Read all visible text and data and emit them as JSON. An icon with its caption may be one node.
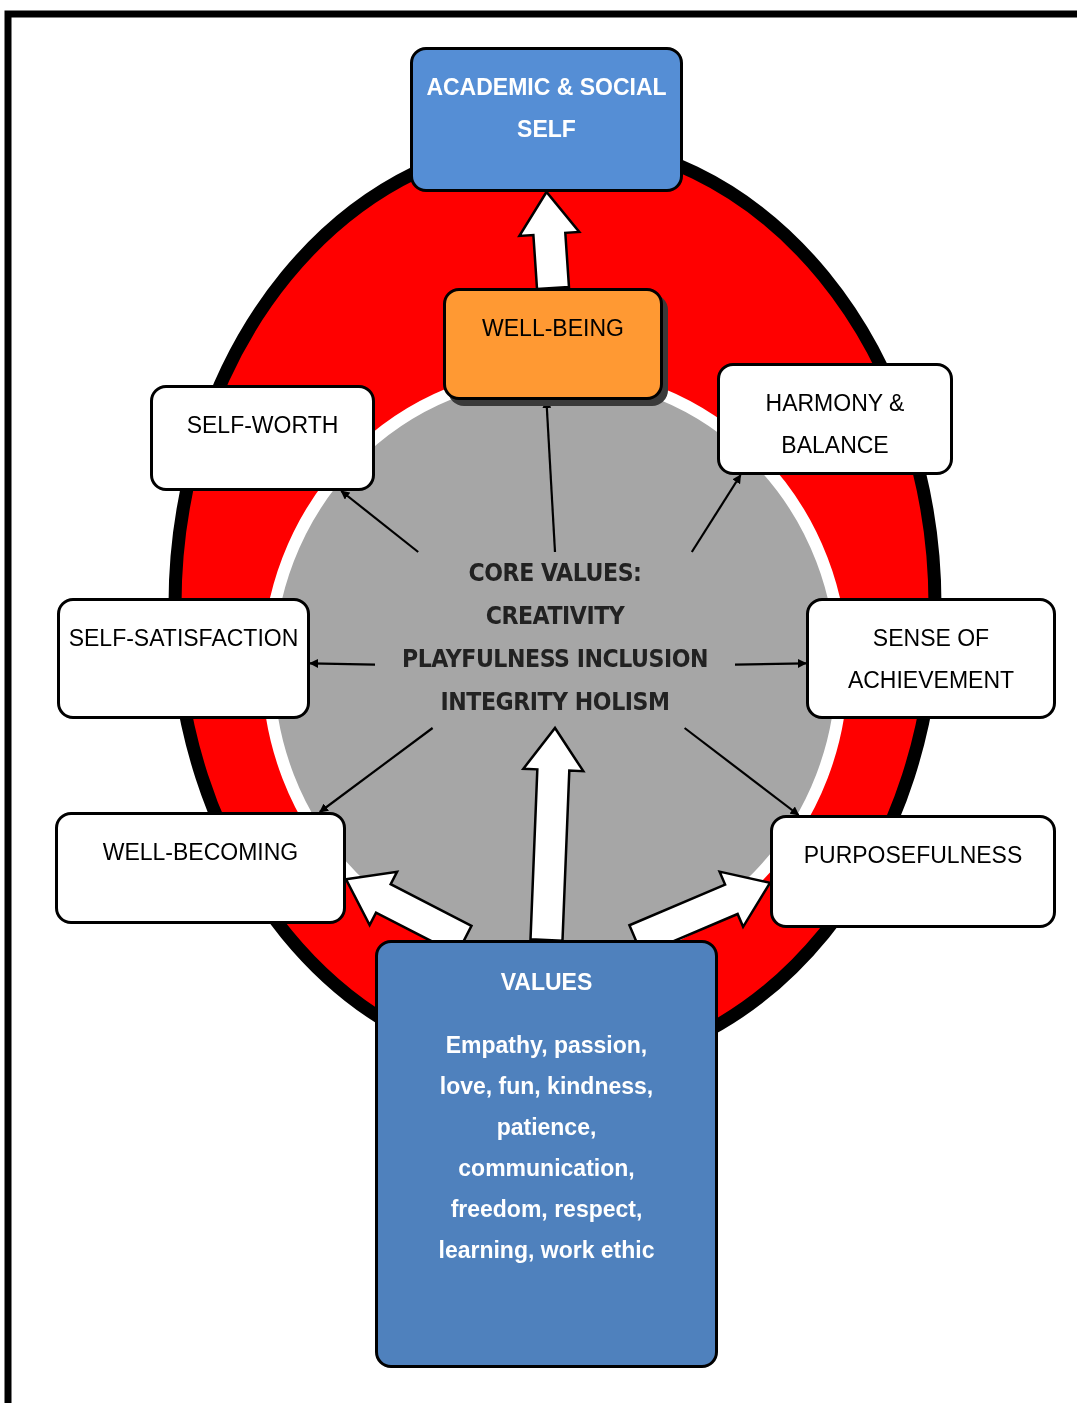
{
  "diagram": {
    "nodes": [
      {
        "text": [
          "ACADEMIC & SOCIAL SELF"
        ]
      },
      {
        "text": [
          "WELL-BEING"
        ]
      },
      {
        "text": [
          "SELF-WORTH"
        ]
      },
      {
        "text": [
          "HARMONY & BALANCE"
        ]
      },
      {
        "text": [
          "CORE VALUES:",
          "CREATIVITY",
          "PLAYFULNESS INCLUSION",
          "INTEGRITY HOLISM"
        ]
      },
      {
        "text": [
          "SELF-SATISFACTION"
        ]
      },
      {
        "text": [
          "SENSE OF ACHIEVEMENT"
        ]
      },
      {
        "text": [
          "WELL-BECOMING"
        ]
      },
      {
        "text": [
          "PURPOSEFULNESS"
        ]
      },
      {
        "text": [
          "VALUES",
          "Empathy, passion, love, fun, kindness, patience, communication, freedom, respect, learning, work ethic"
        ]
      }
    ],
    "edges": [
      {
        "from": 1,
        "to": 0,
        "arrow": "to",
        "style": "thick"
      },
      {
        "from": 4,
        "to": 2,
        "arrow": "to"
      },
      {
        "from": 4,
        "to": 1,
        "arrow": "to"
      },
      {
        "from": 4,
        "to": 3,
        "arrow": "to"
      },
      {
        "from": 4,
        "to": 5,
        "arrow": "to"
      },
      {
        "from": 4,
        "to": 6,
        "arrow": "to"
      },
      {
        "from": 4,
        "to": 7,
        "arrow": "to"
      },
      {
        "from": 4,
        "to": 8,
        "arrow": "to"
      },
      {
        "from": 9,
        "to": 7,
        "arrow": "to",
        "style": "thick"
      },
      {
        "from": 9,
        "to": 4,
        "arrow": "to",
        "style": "thick"
      },
      {
        "from": 9,
        "to": 8,
        "arrow": "to",
        "style": "thick"
      }
    ]
  }
}
